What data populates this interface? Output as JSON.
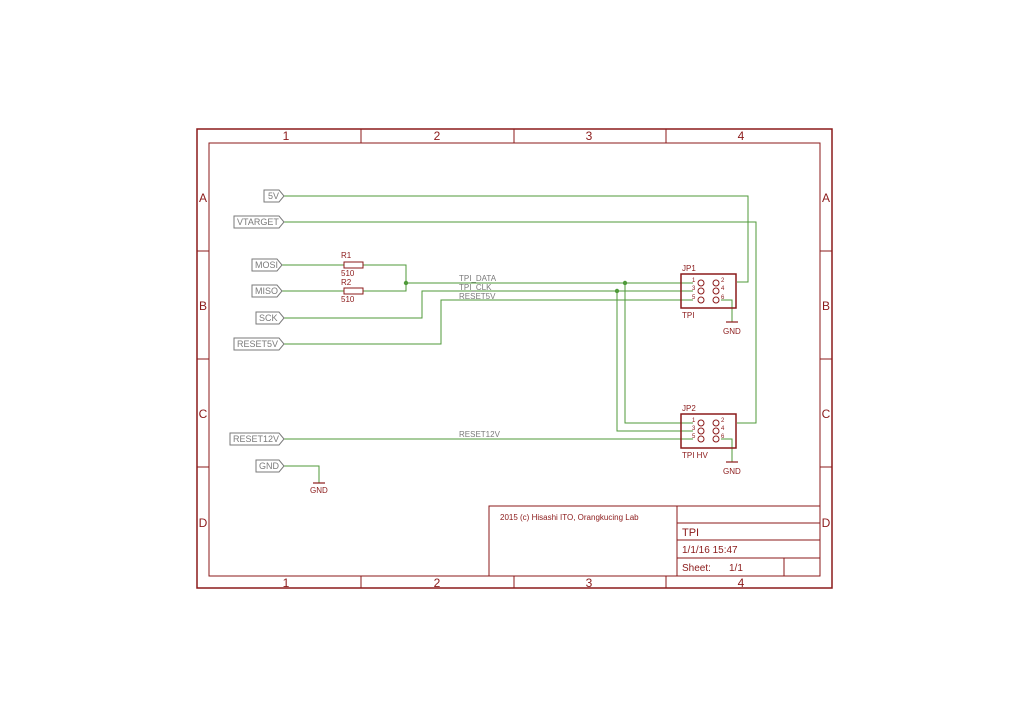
{
  "frame": {
    "columns": [
      "1",
      "2",
      "3",
      "4"
    ],
    "rows": [
      "A",
      "B",
      "C",
      "D"
    ]
  },
  "ports": {
    "p5v": "5V",
    "vtarget": "VTARGET",
    "mosi": "MOSI",
    "miso": "MISO",
    "sck": "SCK",
    "reset5v": "RESET5V",
    "reset12v": "RESET12V",
    "gnd": "GND"
  },
  "resistors": {
    "r1_name": "R1",
    "r1_value": "510",
    "r2_name": "R2",
    "r2_value": "510"
  },
  "nets": {
    "tpi_data": "TPI_DATA",
    "tpi_clk": "TPI_CLK",
    "reset5v": "RESET5V",
    "reset12v": "RESET12V"
  },
  "connectors": {
    "jp1_name": "JP1",
    "jp1_label": "TPI",
    "jp2_name": "JP2",
    "jp2_label": "TPI HV",
    "pins": [
      "1",
      "2",
      "3",
      "4",
      "5",
      "6"
    ]
  },
  "grounds": {
    "gnd_jp1": "GND",
    "gnd_jp2": "GND",
    "gnd_port": "GND"
  },
  "title_block": {
    "copyright": "2015 (c) Hisashi ITO, Orangkucing Lab",
    "title": "TPI",
    "date": "1/1/16 15:47",
    "sheet_label": "Sheet:",
    "sheet_value": "1/1"
  },
  "colors": {
    "frame": "#8b1a1a",
    "wire": "#4f9a3a",
    "label": "#7a7a7a",
    "component": "#8b1a1a"
  }
}
